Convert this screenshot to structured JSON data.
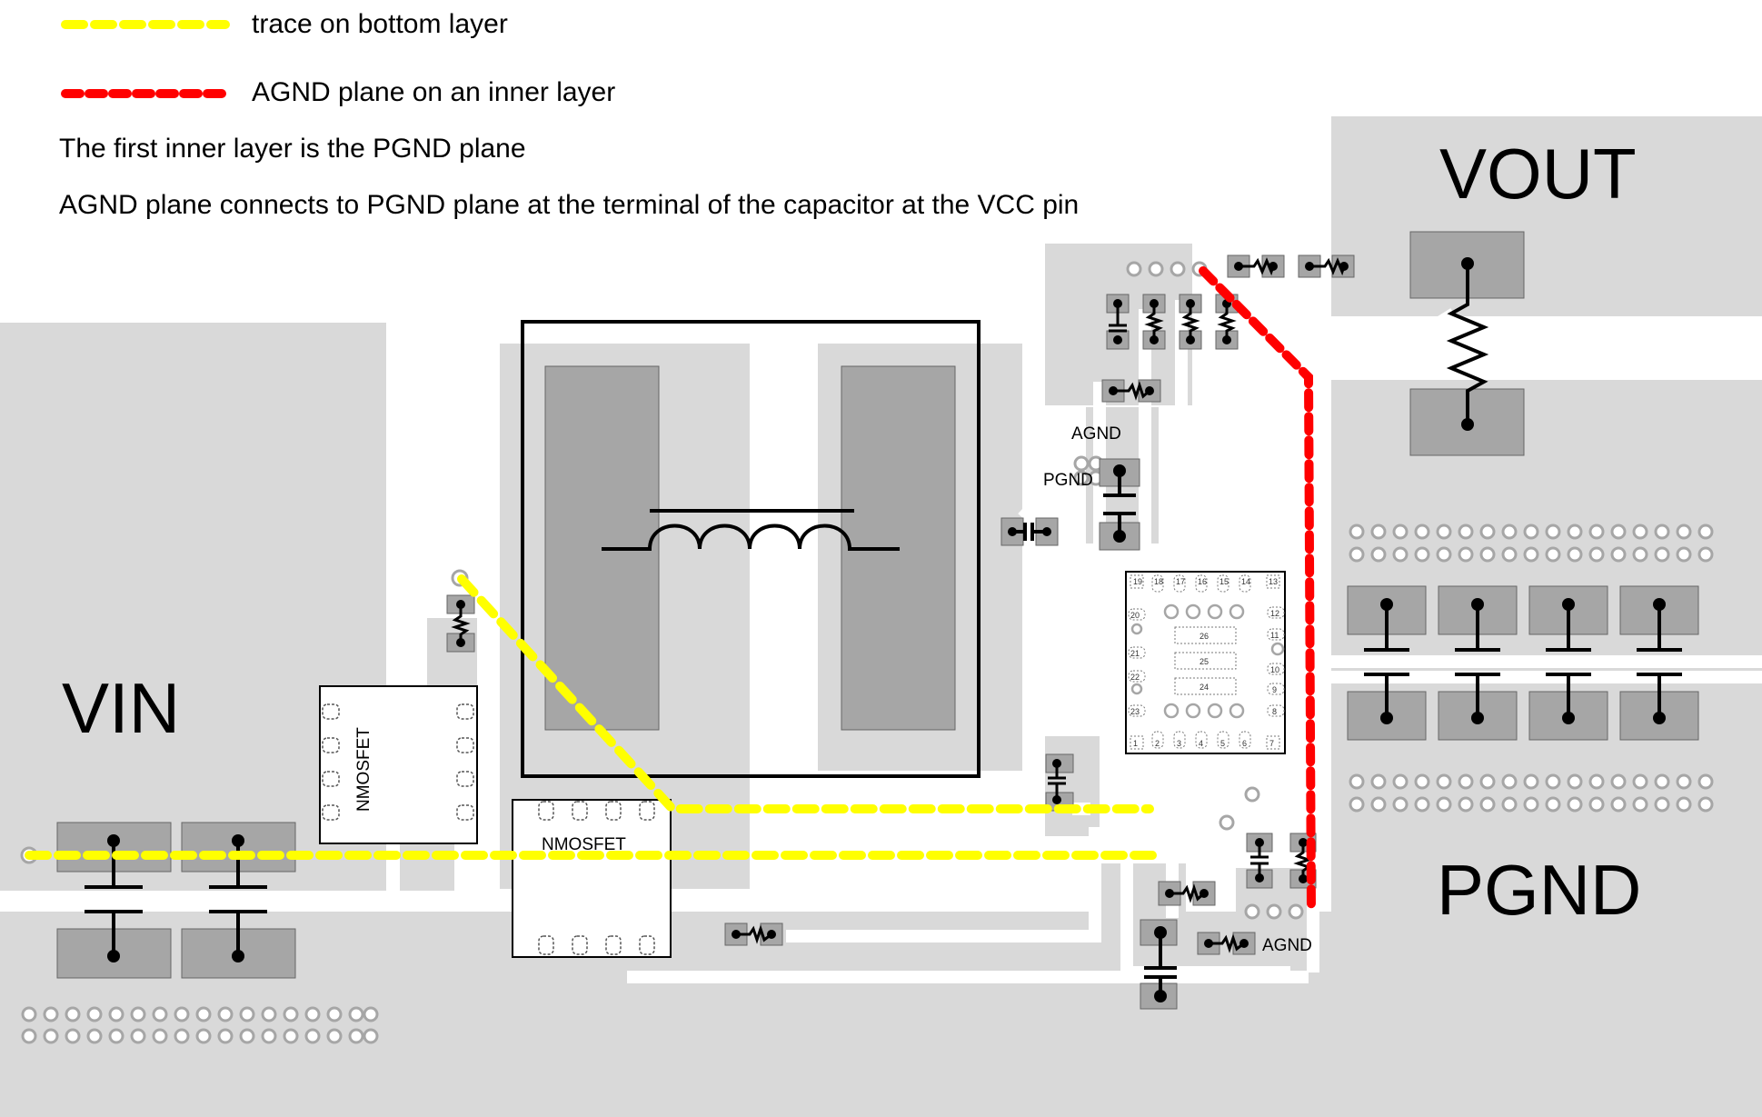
{
  "legend": {
    "yellow_label": "trace on bottom layer",
    "red_label": "AGND plane on an inner layer",
    "note1": "The first inner layer is the PGND plane",
    "note2": "AGND plane connects to PGND plane at the terminal of the capacitor at the VCC pin"
  },
  "labels": {
    "vout": "VOUT",
    "vin": "VIN",
    "pgnd_big": "PGND",
    "agnd_top": "AGND",
    "pgnd_small": "PGND",
    "agnd_bottom": "AGND",
    "mosfet_left": "NMOSFET",
    "mosfet_right": "NMOSFET"
  },
  "ic": {
    "top_pins": [
      "19",
      "18",
      "17",
      "16",
      "15",
      "14",
      "13"
    ],
    "right_pins": [
      "12",
      "11",
      "10",
      "9",
      "8"
    ],
    "bottom_pins": [
      "1",
      "2",
      "3",
      "4",
      "5",
      "6",
      "7"
    ],
    "left_pins": [
      "20",
      "21",
      "22",
      "23"
    ],
    "center_pads": [
      "26",
      "25",
      "24"
    ]
  },
  "colors": {
    "bottom_trace": "#ffff00",
    "agnd_plane": "#ff0000",
    "copper": "#d9d9d9",
    "pad": "#a6a6a6"
  }
}
